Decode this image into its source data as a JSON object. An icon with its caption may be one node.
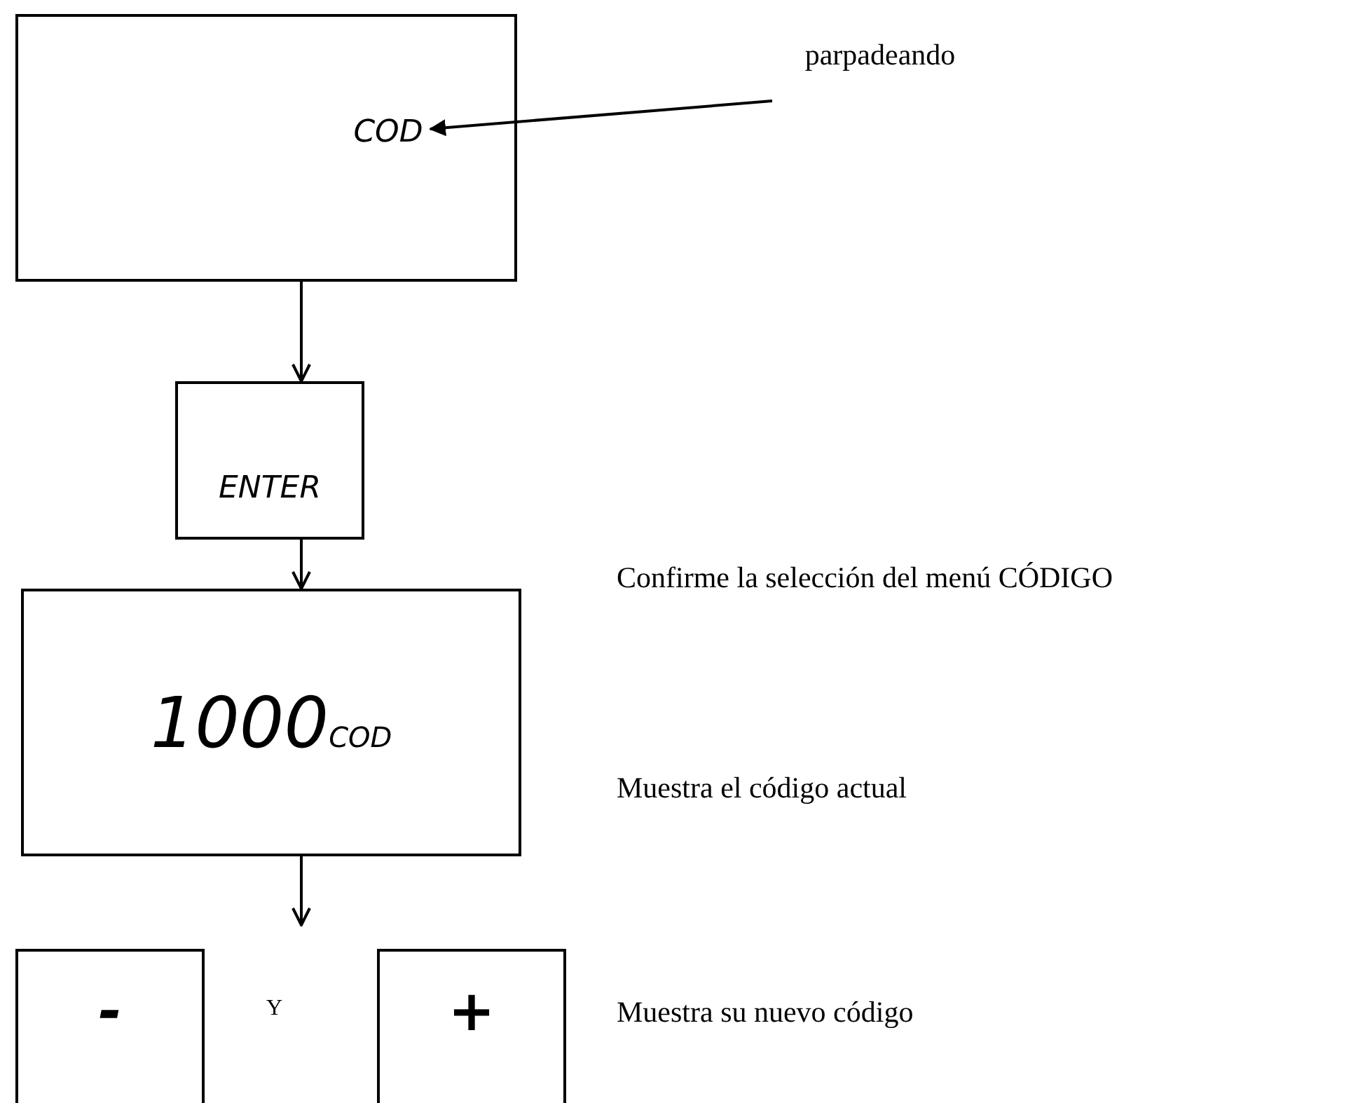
{
  "diagram": {
    "nodes": [
      {
        "text": [],
        "shape": "box"
      },
      {
        "text": [
          "COD"
        ],
        "in": 0
      },
      {
        "text": [
          "parpadeando"
        ]
      },
      {
        "text": [
          "ENTER"
        ]
      },
      {
        "text": [
          "1000$_{COD}$"
        ]
      },
      {
        "text": [
          "-"
        ]
      },
      {
        "text": [
          "+"
        ]
      }
    ],
    "edges": [
      {
        "from": 2,
        "to": 1,
        "arrow": "to"
      },
      {
        "from": 0,
        "to": 3,
        "arrow": "to"
      },
      {
        "from": 3,
        "to": 4,
        "arrow": "to"
      },
      {
        "from": 4,
        "to": null,
        "arrow": "to"
      }
    ],
    "labels": [
      "Confirme la selección del menú CÓDIGO",
      "Muestra el código actual",
      "Y",
      "Muestra su nuevo código"
    ]
  }
}
